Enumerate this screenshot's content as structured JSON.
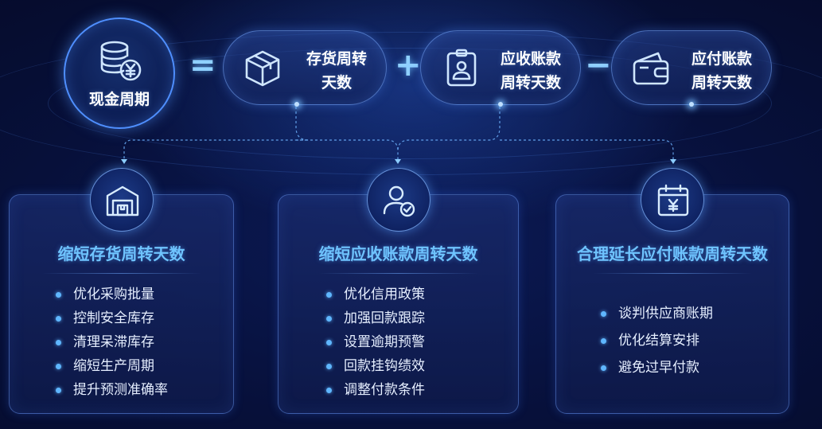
{
  "formula": {
    "result": {
      "label": "现金周期",
      "icon": "coin-stack-yen-icon"
    },
    "equals": "=",
    "plus": "+",
    "minus": "−",
    "terms": [
      {
        "line1": "存货周转",
        "line2": "天数",
        "icon": "box-icon"
      },
      {
        "line1": "应收账款",
        "line2": "周转天数",
        "icon": "badge-person-icon"
      },
      {
        "line1": "应付账款",
        "line2": "周转天数",
        "icon": "wallet-icon"
      }
    ]
  },
  "cards": [
    {
      "title": "缩短存货周转天数",
      "icon": "warehouse-icon",
      "items": [
        "优化采购批量",
        "控制安全库存",
        "清理呆滞库存",
        "缩短生产周期",
        "提升预测准确率"
      ]
    },
    {
      "title": "缩短应收账款周转天数",
      "icon": "user-check-icon",
      "items": [
        "优化信用政策",
        "加强回款跟踪",
        "设置逾期预警",
        "回款挂钩绩效",
        "调整付款条件"
      ]
    },
    {
      "title": "合理延长应付账款周转天数",
      "icon": "calendar-yen-icon",
      "items": [
        "谈判供应商账期",
        "优化结算安排",
        "避免过早付款"
      ]
    }
  ],
  "colors": {
    "accent": "#4f8fff",
    "title": "#6fc4ff",
    "bullet": "#5fb6ff"
  }
}
